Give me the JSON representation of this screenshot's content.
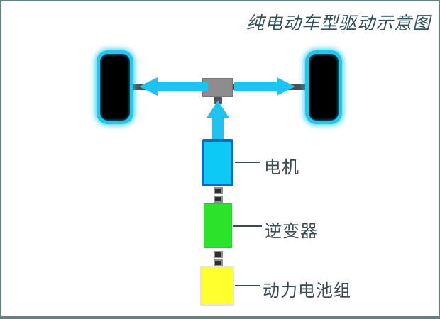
{
  "title": "纯电动车型驱动示意图",
  "diagram": {
    "components": {
      "motor": {
        "label": "电机"
      },
      "inverter": {
        "label": "逆变器"
      },
      "battery": {
        "label": "动力电池组"
      }
    },
    "icons": [
      "wheel-icon-left",
      "wheel-icon-right",
      "gearbox-icon",
      "drive-arrow-left-icon",
      "drive-arrow-right-icon",
      "drive-arrow-up-icon",
      "connector-block-icon"
    ]
  },
  "colors": {
    "frame_border": "#64807f",
    "title_text": "#324f5a",
    "label_text": "#3a4b52",
    "arrow_cyan": "#1fc3f2",
    "wheel_glow_cyan": "#27c4ee",
    "wheel_fill": "#000000",
    "axle_gray": "#4d4d4d",
    "gearbox_gray": "#8d8d8d",
    "motor_fill": "#0cc9f6",
    "motor_border": "#0a6cbe",
    "inverter_fill": "#2ce32c",
    "battery_fill": "#ffff2d",
    "battery_border": "#e8e5cc",
    "connector_dark": "#2e2e2e"
  }
}
